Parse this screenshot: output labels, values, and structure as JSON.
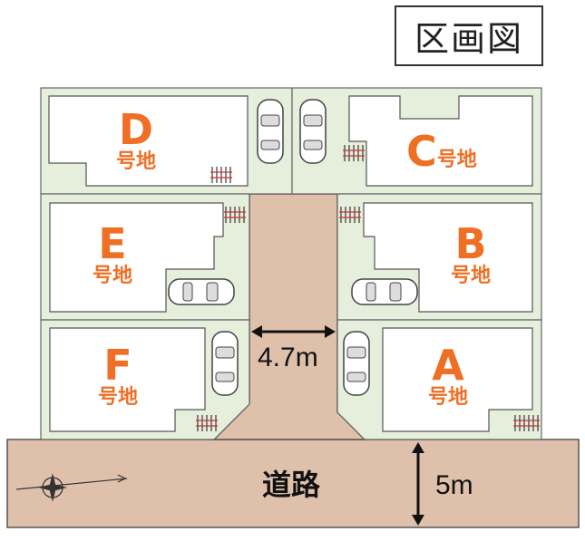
{
  "title": "区画図",
  "lot_suffix": "号地",
  "lots": {
    "D": "D",
    "C": "C",
    "E": "E",
    "B": "B",
    "F": "F",
    "A": "A"
  },
  "road": {
    "label": "道路",
    "width": "5m"
  },
  "private_road": {
    "width": "4.7m"
  },
  "colors": {
    "lot_fill": "#e6eedc",
    "house_fill": "#ffffff",
    "road_fill": "#dfc0ab",
    "label": "#ef6f24",
    "outline": "#555555"
  },
  "icons": [
    "car-icon",
    "bicycle-parking-icon",
    "compass-icon"
  ]
}
